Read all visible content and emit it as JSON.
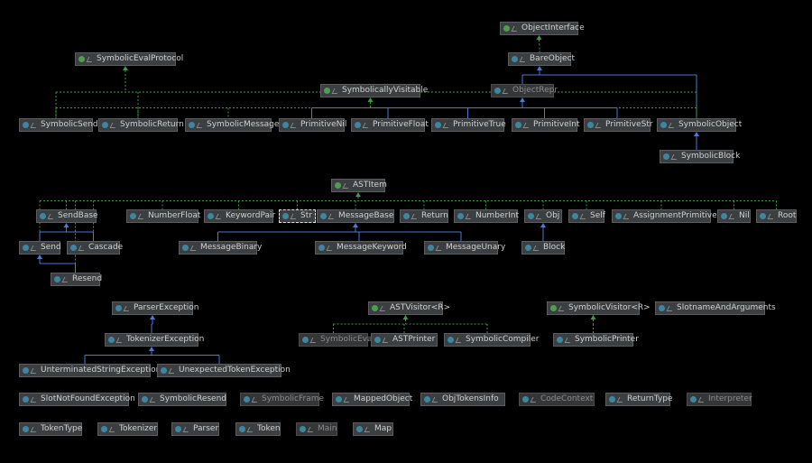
{
  "diagram": {
    "nodes": [
      {
        "id": "ObjectInterface",
        "label": "ObjectInterface",
        "kind": "interface"
      },
      {
        "id": "SymbolicEvalProtocol",
        "label": "SymbolicEvalProtocol",
        "kind": "interface"
      },
      {
        "id": "BareObject",
        "label": "BareObject",
        "kind": "class"
      },
      {
        "id": "SymbolicallyVisitable",
        "label": "SymbolicallyVisitable",
        "kind": "interface"
      },
      {
        "id": "ObjectRepr",
        "label": "ObjectRepr",
        "kind": "class",
        "dim": true
      },
      {
        "id": "SymbolicSend",
        "label": "SymbolicSend",
        "kind": "class"
      },
      {
        "id": "SymbolicReturn",
        "label": "SymbolicReturn",
        "kind": "class"
      },
      {
        "id": "SymbolicMessage",
        "label": "SymbolicMessage",
        "kind": "class"
      },
      {
        "id": "PrimitiveNil",
        "label": "PrimitiveNil",
        "kind": "class"
      },
      {
        "id": "PrimitiveFloat",
        "label": "PrimitiveFloat",
        "kind": "class"
      },
      {
        "id": "PrimitiveTrue",
        "label": "PrimitiveTrue",
        "kind": "class"
      },
      {
        "id": "PrimitiveInt",
        "label": "PrimitiveInt",
        "kind": "class"
      },
      {
        "id": "PrimitiveStr",
        "label": "PrimitiveStr",
        "kind": "class"
      },
      {
        "id": "SymbolicObject",
        "label": "SymbolicObject",
        "kind": "class"
      },
      {
        "id": "SymbolicBlock",
        "label": "SymbolicBlock",
        "kind": "class"
      },
      {
        "id": "ASTItem",
        "label": "ASTItem",
        "kind": "interface"
      },
      {
        "id": "SendBase",
        "label": "SendBase",
        "kind": "class"
      },
      {
        "id": "NumberFloat",
        "label": "NumberFloat",
        "kind": "class"
      },
      {
        "id": "KeywordPair",
        "label": "KeywordPair",
        "kind": "class"
      },
      {
        "id": "Str",
        "label": "Str",
        "kind": "class",
        "selected": true
      },
      {
        "id": "MessageBase",
        "label": "MessageBase",
        "kind": "class"
      },
      {
        "id": "Return",
        "label": "Return",
        "kind": "class"
      },
      {
        "id": "NumberInt",
        "label": "NumberInt",
        "kind": "class"
      },
      {
        "id": "Obj",
        "label": "Obj",
        "kind": "class"
      },
      {
        "id": "Self",
        "label": "Self",
        "kind": "class"
      },
      {
        "id": "AssignmentPrimitive",
        "label": "AssignmentPrimitive",
        "kind": "class"
      },
      {
        "id": "Nil",
        "label": "Nil",
        "kind": "class"
      },
      {
        "id": "Root",
        "label": "Root",
        "kind": "class"
      },
      {
        "id": "Send",
        "label": "Send",
        "kind": "class"
      },
      {
        "id": "Cascade",
        "label": "Cascade",
        "kind": "class"
      },
      {
        "id": "MessageBinary",
        "label": "MessageBinary",
        "kind": "class"
      },
      {
        "id": "MessageKeyword",
        "label": "MessageKeyword",
        "kind": "class"
      },
      {
        "id": "MessageUnary",
        "label": "MessageUnary",
        "kind": "class"
      },
      {
        "id": "Block",
        "label": "Block",
        "kind": "class"
      },
      {
        "id": "Resend",
        "label": "Resend",
        "kind": "class"
      },
      {
        "id": "ParserException",
        "label": "ParserException",
        "kind": "class"
      },
      {
        "id": "ASTVisitor",
        "label": "ASTVisitor<R>",
        "kind": "interface"
      },
      {
        "id": "SymbolicVisitor",
        "label": "SymbolicVisitor<R>",
        "kind": "interface"
      },
      {
        "id": "SlotnameAndArguments",
        "label": "SlotnameAndArguments",
        "kind": "class"
      },
      {
        "id": "TokenizerException",
        "label": "TokenizerException",
        "kind": "class"
      },
      {
        "id": "SymbolicEval",
        "label": "SymbolicEval",
        "kind": "class",
        "dim": true
      },
      {
        "id": "ASTPrinter",
        "label": "ASTPrinter",
        "kind": "class"
      },
      {
        "id": "SymbolicCompiler",
        "label": "SymbolicCompiler",
        "kind": "class"
      },
      {
        "id": "SymbolicPrinter",
        "label": "SymbolicPrinter",
        "kind": "class"
      },
      {
        "id": "UnterminatedStringException",
        "label": "UnterminatedStringException",
        "kind": "class"
      },
      {
        "id": "UnexpectedTokenException",
        "label": "UnexpectedTokenException",
        "kind": "class"
      },
      {
        "id": "SlotNotFoundException",
        "label": "SlotNotFoundException",
        "kind": "class"
      },
      {
        "id": "SymbolicResend",
        "label": "SymbolicResend",
        "kind": "class"
      },
      {
        "id": "SymbolicFrame",
        "label": "SymbolicFrame",
        "kind": "class",
        "dim": true
      },
      {
        "id": "MappedObject",
        "label": "MappedObject",
        "kind": "class"
      },
      {
        "id": "ObjTokensInfo",
        "label": "ObjTokensInfo",
        "kind": "class"
      },
      {
        "id": "CodeContext",
        "label": "CodeContext",
        "kind": "class",
        "dim": true
      },
      {
        "id": "ReturnType",
        "label": "ReturnType",
        "kind": "class"
      },
      {
        "id": "Interpreter",
        "label": "Interpreter",
        "kind": "class",
        "dim": true
      },
      {
        "id": "TokenType",
        "label": "TokenType",
        "kind": "class"
      },
      {
        "id": "Tokenizer",
        "label": "Tokenizer",
        "kind": "class"
      },
      {
        "id": "Parser",
        "label": "Parser",
        "kind": "class"
      },
      {
        "id": "Token",
        "label": "Token",
        "kind": "class"
      },
      {
        "id": "Main",
        "label": "Main",
        "kind": "class",
        "dim": true
      },
      {
        "id": "Map",
        "label": "Map",
        "kind": "class"
      }
    ],
    "edges": [
      {
        "from": "BareObject",
        "to": "ObjectInterface",
        "type": "implements"
      },
      {
        "from": "ObjectRepr",
        "to": "BareObject",
        "type": "extends"
      },
      {
        "from": "SymbolicObject",
        "to": "BareObject",
        "type": "extends"
      },
      {
        "from": "SymbolicSend",
        "to": "SymbolicEvalProtocol",
        "type": "implements"
      },
      {
        "from": "SymbolicReturn",
        "to": "SymbolicEvalProtocol",
        "type": "implements"
      },
      {
        "from": "SymbolicObject",
        "to": "SymbolicEvalProtocol",
        "type": "implements"
      },
      {
        "from": "SymbolicSend",
        "to": "SymbolicallyVisitable",
        "type": "implements"
      },
      {
        "from": "SymbolicReturn",
        "to": "SymbolicallyVisitable",
        "type": "implements"
      },
      {
        "from": "SymbolicMessage",
        "to": "SymbolicallyVisitable",
        "type": "implements"
      },
      {
        "from": "PrimitiveNil",
        "to": "SymbolicallyVisitable",
        "type": "implements"
      },
      {
        "from": "PrimitiveFloat",
        "to": "SymbolicallyVisitable",
        "type": "implements"
      },
      {
        "from": "PrimitiveTrue",
        "to": "SymbolicallyVisitable",
        "type": "implements"
      },
      {
        "from": "PrimitiveInt",
        "to": "SymbolicallyVisitable",
        "type": "implements"
      },
      {
        "from": "PrimitiveStr",
        "to": "SymbolicallyVisitable",
        "type": "implements"
      },
      {
        "from": "SymbolicObject",
        "to": "SymbolicallyVisitable",
        "type": "implements"
      },
      {
        "from": "PrimitiveNil",
        "to": "ObjectRepr",
        "type": "extends"
      },
      {
        "from": "PrimitiveFloat",
        "to": "ObjectRepr",
        "type": "extends"
      },
      {
        "from": "PrimitiveTrue",
        "to": "ObjectRepr",
        "type": "extends"
      },
      {
        "from": "PrimitiveInt",
        "to": "ObjectRepr",
        "type": "extends"
      },
      {
        "from": "PrimitiveStr",
        "to": "ObjectRepr",
        "type": "extends"
      },
      {
        "from": "SymbolicBlock",
        "to": "SymbolicObject",
        "type": "extends"
      },
      {
        "from": "SendBase",
        "to": "ASTItem",
        "type": "implements"
      },
      {
        "from": "Send",
        "to": "ASTItem",
        "type": "implements"
      },
      {
        "from": "Cascade",
        "to": "ASTItem",
        "type": "implements"
      },
      {
        "from": "Resend",
        "to": "ASTItem",
        "type": "implements"
      },
      {
        "from": "NumberFloat",
        "to": "ASTItem",
        "type": "implements"
      },
      {
        "from": "KeywordPair",
        "to": "ASTItem",
        "type": "implements"
      },
      {
        "from": "Str",
        "to": "ASTItem",
        "type": "implements"
      },
      {
        "from": "MessageBase",
        "to": "ASTItem",
        "type": "implements"
      },
      {
        "from": "Return",
        "to": "ASTItem",
        "type": "implements"
      },
      {
        "from": "NumberInt",
        "to": "ASTItem",
        "type": "implements"
      },
      {
        "from": "Obj",
        "to": "ASTItem",
        "type": "implements"
      },
      {
        "from": "Self",
        "to": "ASTItem",
        "type": "implements"
      },
      {
        "from": "AssignmentPrimitive",
        "to": "ASTItem",
        "type": "implements"
      },
      {
        "from": "Nil",
        "to": "ASTItem",
        "type": "implements"
      },
      {
        "from": "Root",
        "to": "ASTItem",
        "type": "implements"
      },
      {
        "from": "Send",
        "to": "SendBase",
        "type": "extends"
      },
      {
        "from": "Cascade",
        "to": "SendBase",
        "type": "extends"
      },
      {
        "from": "Resend",
        "to": "Send",
        "type": "extends"
      },
      {
        "from": "MessageBinary",
        "to": "MessageBase",
        "type": "extends"
      },
      {
        "from": "MessageKeyword",
        "to": "MessageBase",
        "type": "extends"
      },
      {
        "from": "MessageUnary",
        "to": "MessageBase",
        "type": "extends"
      },
      {
        "from": "Block",
        "to": "Obj",
        "type": "extends"
      },
      {
        "from": "TokenizerException",
        "to": "ParserException",
        "type": "extends"
      },
      {
        "from": "UnterminatedStringException",
        "to": "TokenizerException",
        "type": "extends"
      },
      {
        "from": "UnexpectedTokenException",
        "to": "TokenizerException",
        "type": "extends"
      },
      {
        "from": "SymbolicEval",
        "to": "ASTVisitor",
        "type": "implements"
      },
      {
        "from": "ASTPrinter",
        "to": "ASTVisitor",
        "type": "implements"
      },
      {
        "from": "SymbolicCompiler",
        "to": "ASTVisitor",
        "type": "implements"
      },
      {
        "from": "SymbolicPrinter",
        "to": "SymbolicVisitor",
        "type": "implements"
      }
    ]
  }
}
